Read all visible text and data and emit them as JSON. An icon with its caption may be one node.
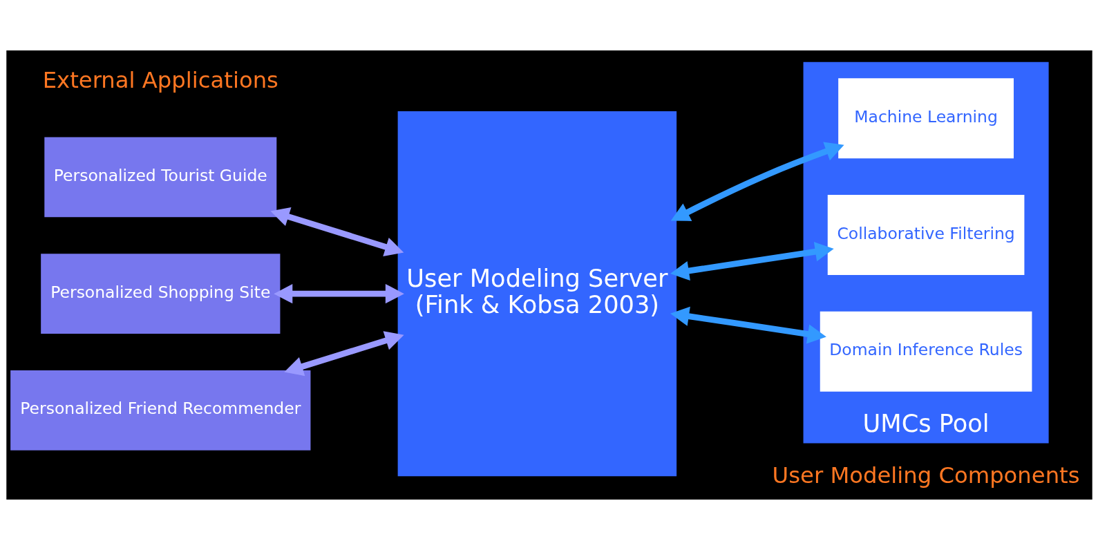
{
  "diagram": {
    "nodes": [
      {
        "text": [
          "Personalized Tourist Guide"
        ]
      },
      {
        "text": [
          "Personalized Shopping Site"
        ]
      },
      {
        "text": [
          "Personalized Friend Recommender"
        ]
      },
      {
        "text": [
          "User Modeling Server",
          "(Fink & Kobsa 2003)"
        ]
      },
      {
        "text": [
          "UMCs Pool"
        ]
      },
      {
        "text": [
          "Machine Learning"
        ],
        "in": 4
      },
      {
        "text": [
          "Collaborative Filtering"
        ],
        "in": 4
      },
      {
        "text": [
          "Domain Inference Rules"
        ],
        "in": 4
      }
    ],
    "edges": [
      {
        "from": 0,
        "to": 3,
        "arrow": "both",
        "color": "#9999ff"
      },
      {
        "from": 1,
        "to": 3,
        "arrow": "both",
        "color": "#9999ff"
      },
      {
        "from": 2,
        "to": 3,
        "arrow": "both",
        "color": "#9999ff"
      },
      {
        "from": 3,
        "to": 5,
        "arrow": "both",
        "color": "#3399ff"
      },
      {
        "from": 3,
        "to": 6,
        "arrow": "both",
        "color": "#3399ff"
      },
      {
        "from": 3,
        "to": 7,
        "arrow": "both",
        "color": "#3399ff"
      }
    ],
    "labels": [
      "External Applications",
      "User Modeling Components"
    ]
  }
}
